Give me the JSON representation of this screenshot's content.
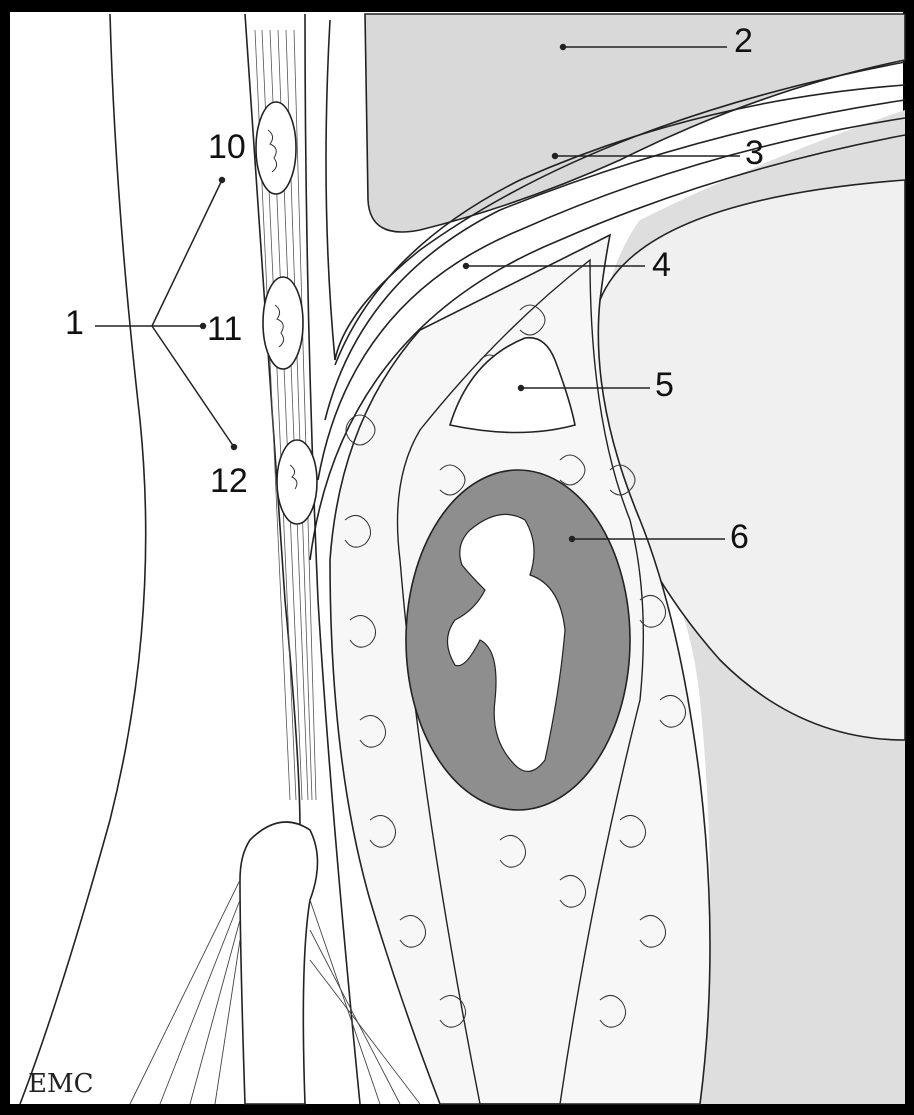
{
  "labels": {
    "l1": "1",
    "l2": "2",
    "l3": "3",
    "l4": "4",
    "l5": "5",
    "l6": "6",
    "l10": "10",
    "l11": "11",
    "l12": "12"
  },
  "signature": "EMC",
  "colors": {
    "border": "#000000",
    "paper": "#ffffff",
    "light_gray": "#dcdcdc",
    "mid_gray": "#a0a0a0",
    "tissue": "#f3f3f3"
  }
}
